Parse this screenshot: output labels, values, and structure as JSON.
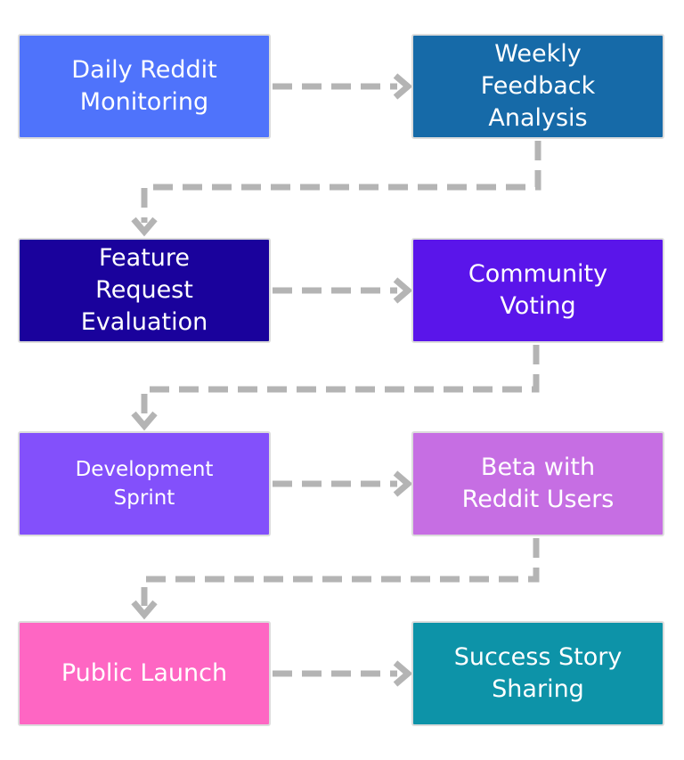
{
  "flow": {
    "nodes": [
      {
        "id": "daily-reddit-monitoring",
        "label": "Daily Reddit\nMonitoring",
        "color": "#4f73fb"
      },
      {
        "id": "weekly-feedback-analysis",
        "label": "Weekly\nFeedback\nAnalysis",
        "color": "#166aa8"
      },
      {
        "id": "feature-request-evaluation",
        "label": "Feature\nRequest\nEvaluation",
        "color": "#1a029c"
      },
      {
        "id": "community-voting",
        "label": "Community\nVoting",
        "color": "#5a15ea"
      },
      {
        "id": "development-sprint",
        "label": "Development\nSprint",
        "color": "#8350fb"
      },
      {
        "id": "beta-with-reddit-users",
        "label": "Beta with\nReddit Users",
        "color": "#c66ee3"
      },
      {
        "id": "public-launch",
        "label": "Public Launch",
        "color": "#fe66c3"
      },
      {
        "id": "success-story-sharing",
        "label": "Success Story\nSharing",
        "color": "#0d93a8"
      }
    ],
    "connector_color": "#b4b4b4"
  }
}
